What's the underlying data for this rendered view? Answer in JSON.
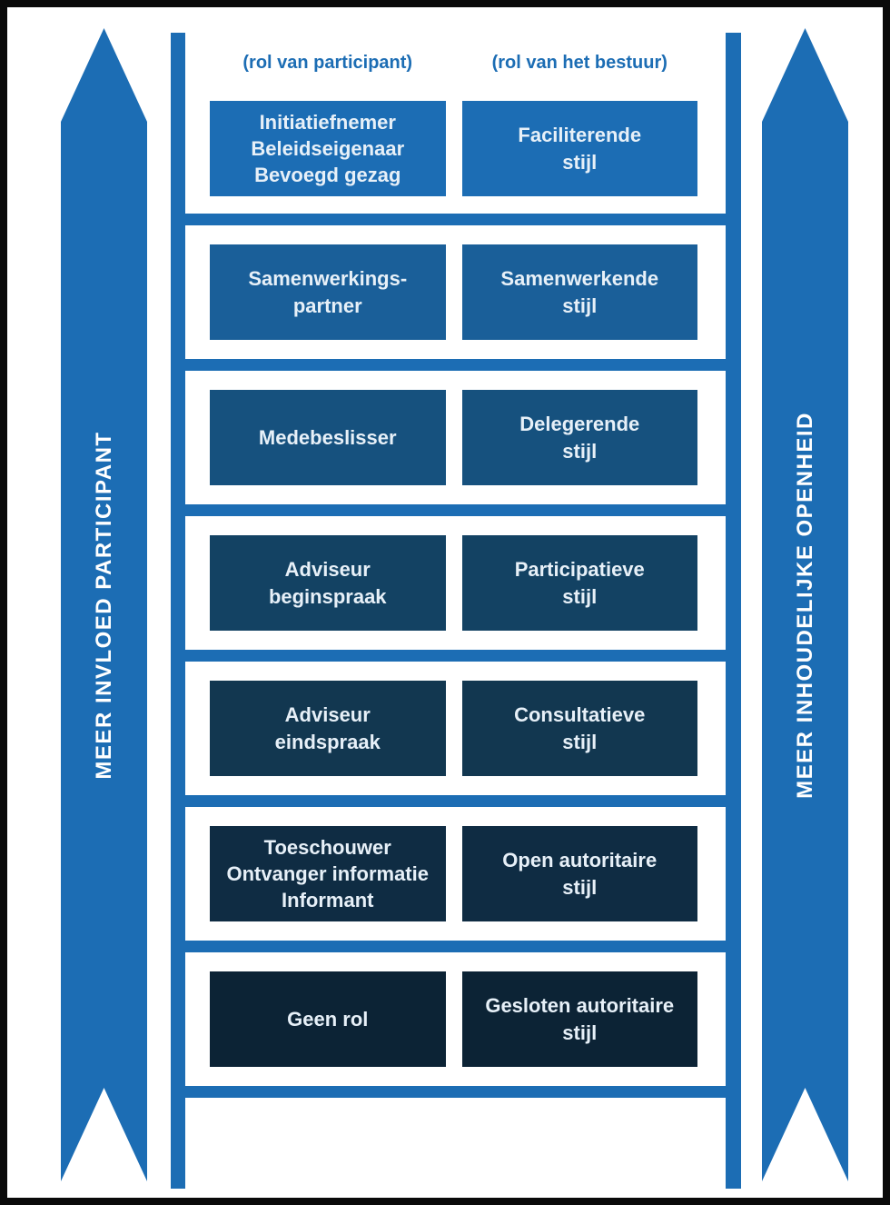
{
  "palette": {
    "frame": "#0a0a0a",
    "bright_blue": "#1c6db4",
    "background": "#ffffff",
    "box_text": "#e7f0f8",
    "row_colors": [
      "#1c6db4",
      "#1a5f99",
      "#16517e",
      "#134263",
      "#123750",
      "#0f2c43",
      "#0c2335"
    ]
  },
  "left_banner": {
    "label": "MEER INVLOED PARTICIPANT"
  },
  "right_banner": {
    "label": "MEER INHOUDELIJKE OPENHEID"
  },
  "ladder": {
    "column_headers": [
      {
        "label": "(rol van participant)"
      },
      {
        "label": "(rol van het bestuur)"
      }
    ],
    "rows": [
      {
        "participant": "Initiatiefnemer\nBeleidseigenaar\nBevoegd gezag",
        "bestuur": "Faciliterende\nstijl",
        "color": "#1c6db4"
      },
      {
        "participant": "Samenwerkings-\npartner",
        "bestuur": "Samenwerkende\nstijl",
        "color": "#1a5f99"
      },
      {
        "participant": "Medebeslisser",
        "bestuur": "Delegerende\nstijl",
        "color": "#16517e"
      },
      {
        "participant": "Adviseur\nbeginspraak",
        "bestuur": "Participatieve\nstijl",
        "color": "#134263"
      },
      {
        "participant": "Adviseur\neindspraak",
        "bestuur": "Consultatieve\nstijl",
        "color": "#123750"
      },
      {
        "participant": "Toeschouwer\nOntvanger informatie\nInformant",
        "bestuur": "Open autoritaire\nstijl",
        "color": "#0f2c43"
      },
      {
        "participant": "Geen rol",
        "bestuur": "Gesloten autoritaire\nstijl",
        "color": "#0c2335"
      }
    ]
  }
}
